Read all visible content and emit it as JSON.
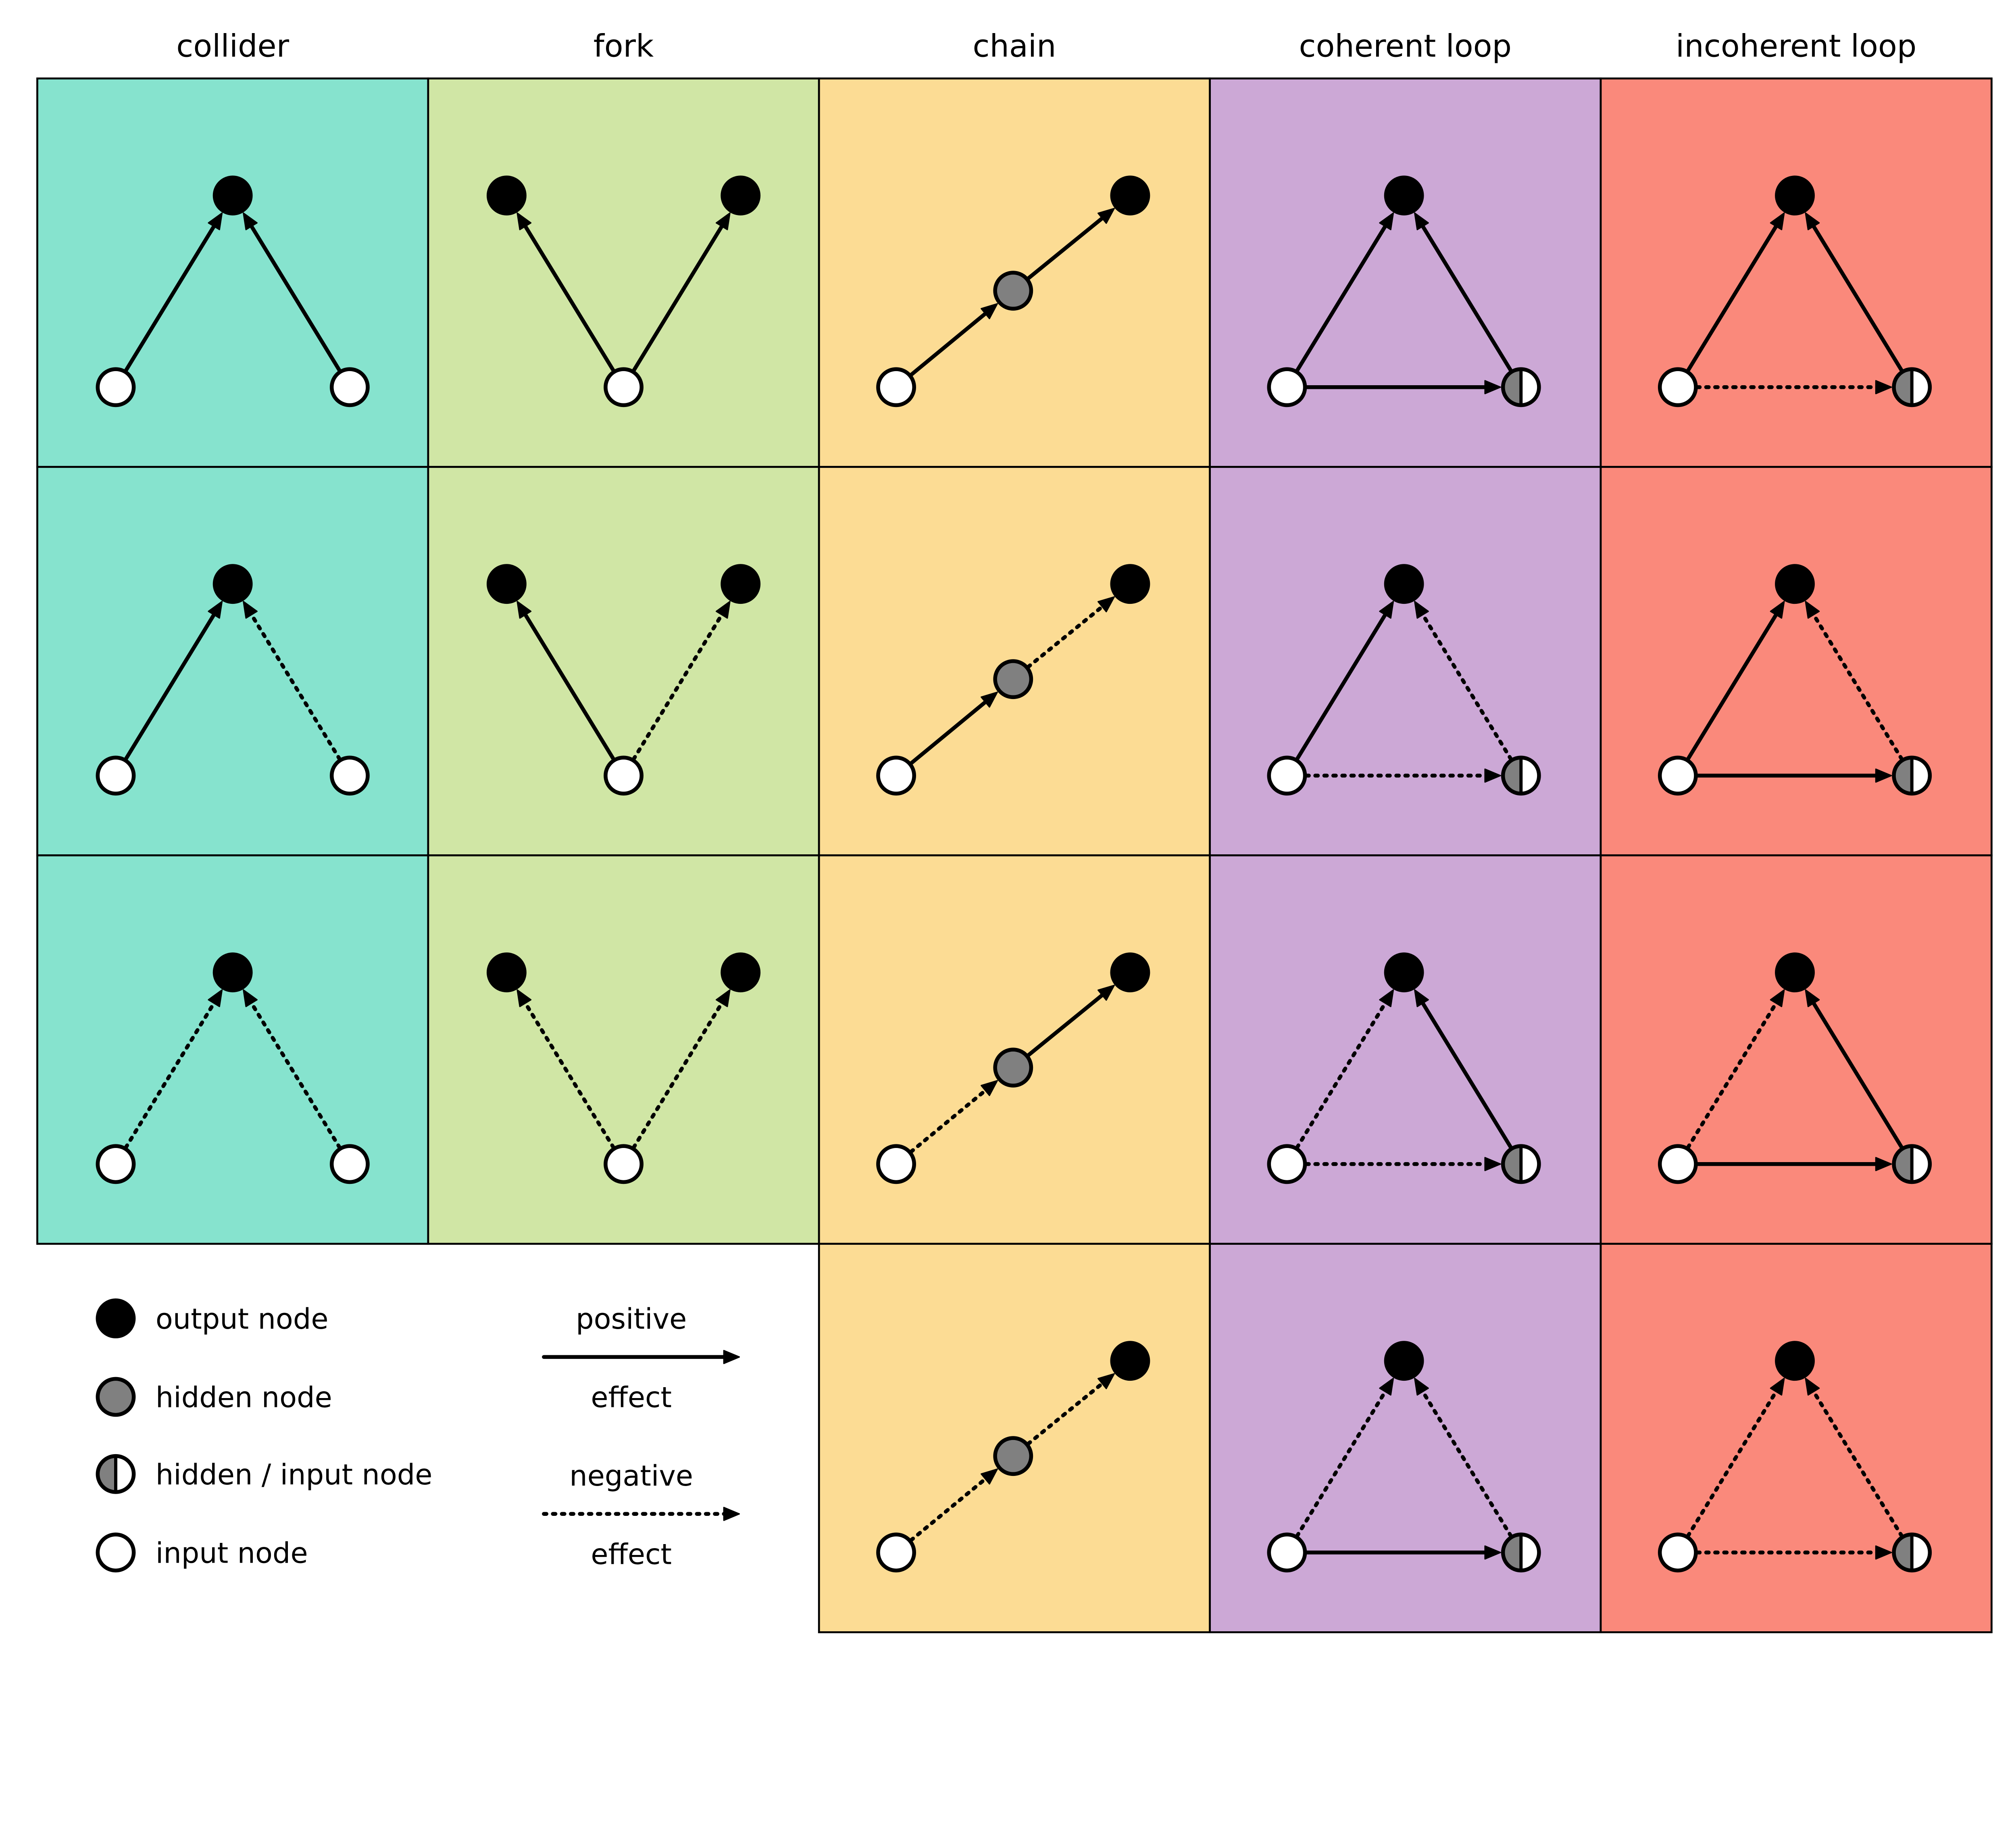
{
  "columns": [
    {
      "title": "collider",
      "color": "#86e3ce",
      "motif": "collider",
      "rows": [
        [
          "positive",
          "positive"
        ],
        [
          "positive",
          "negative"
        ],
        [
          "negative",
          "negative"
        ]
      ]
    },
    {
      "title": "fork",
      "color": "#d0e6a5",
      "motif": "fork",
      "rows": [
        [
          "positive",
          "positive"
        ],
        [
          "positive",
          "negative"
        ],
        [
          "negative",
          "negative"
        ]
      ]
    },
    {
      "title": "chain",
      "color": "#fcdc94",
      "motif": "chain",
      "rows": [
        [
          "positive",
          "positive"
        ],
        [
          "positive",
          "negative"
        ],
        [
          "negative",
          "positive"
        ],
        [
          "negative",
          "negative"
        ]
      ]
    },
    {
      "title": "coherent loop",
      "color": "#cca8d6",
      "motif": "loop",
      "rows": [
        [
          "positive",
          "positive",
          "positive"
        ],
        [
          "positive",
          "negative",
          "negative"
        ],
        [
          "negative",
          "positive",
          "negative"
        ],
        [
          "negative",
          "negative",
          "positive"
        ]
      ]
    },
    {
      "title": "incoherent loop",
      "color": "#fa897b",
      "motif": "loop",
      "rows": [
        [
          "positive",
          "positive",
          "negative"
        ],
        [
          "positive",
          "negative",
          "positive"
        ],
        [
          "negative",
          "positive",
          "positive"
        ],
        [
          "negative",
          "negative",
          "negative"
        ]
      ]
    }
  ],
  "legend": {
    "nodes": [
      {
        "type": "output",
        "label": "output node"
      },
      {
        "type": "hidden",
        "label": "hidden node"
      },
      {
        "type": "hidden-input",
        "label": "hidden / input node"
      },
      {
        "type": "input",
        "label": "input node"
      }
    ],
    "edges": [
      {
        "sign": "positive",
        "label_top": "positive",
        "label_bottom": "effect"
      },
      {
        "sign": "negative",
        "label_top": "negative",
        "label_bottom": "effect"
      }
    ]
  },
  "node_colors": {
    "output": "#000000",
    "hidden": "#808080",
    "input": "#ffffff"
  }
}
